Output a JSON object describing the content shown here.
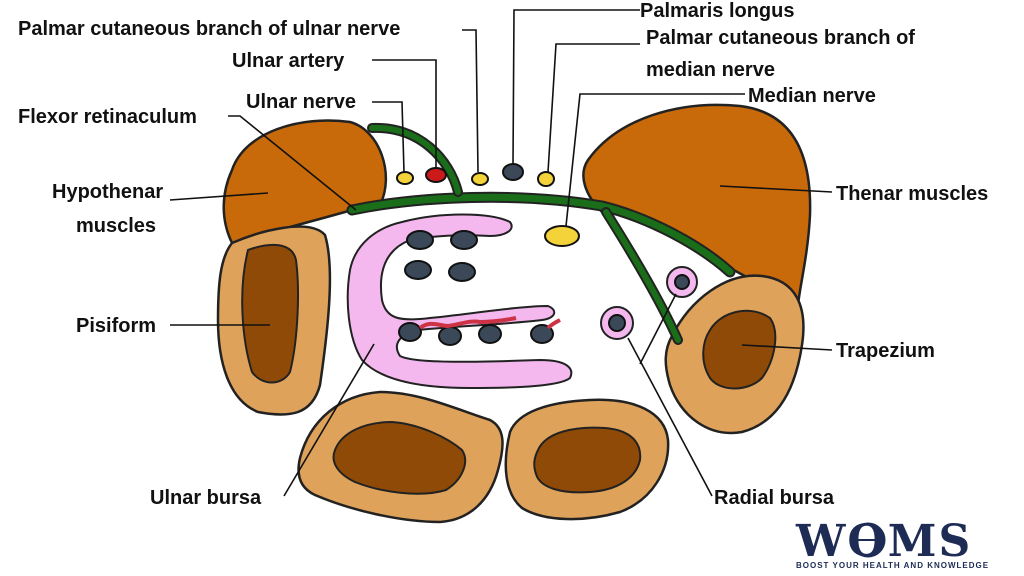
{
  "labels": {
    "palmar_cutaneous_ulnar": "Palmar cutaneous branch of ulnar nerve",
    "ulnar_artery": "Ulnar artery",
    "ulnar_nerve": "Ulnar nerve",
    "flexor_retinaculum": "Flexor retinaculum",
    "hypothenar_line1": "Hypothenar",
    "hypothenar_line2": "muscles",
    "pisiform": "Pisiform",
    "ulnar_bursa": "Ulnar bursa",
    "palmaris_longus": "Palmaris longus",
    "palmar_cutaneous_median_line1": "Palmar cutaneous branch of",
    "palmar_cutaneous_median_line2": "median nerve",
    "median_nerve": "Median nerve",
    "thenar_muscles": "Thenar muscles",
    "trapezium": "Trapezium",
    "radial_bursa": "Radial bursa"
  },
  "logo": {
    "main": "WOMS",
    "tagline": "BOOST YOUR HEALTH AND KNOWLEDGE"
  },
  "colors": {
    "muscle": "#c8690a",
    "bone_outer": "#dfa25b",
    "bone_inner": "#8f4a07",
    "nerve_green": "#1a6e1a",
    "bursa_pink": "#f4b8ef",
    "tendon": "#3a4858",
    "nerve_yellow": "#f3d23a",
    "artery_red": "#cc1a1a",
    "logo_navy": "#1d2b55"
  }
}
